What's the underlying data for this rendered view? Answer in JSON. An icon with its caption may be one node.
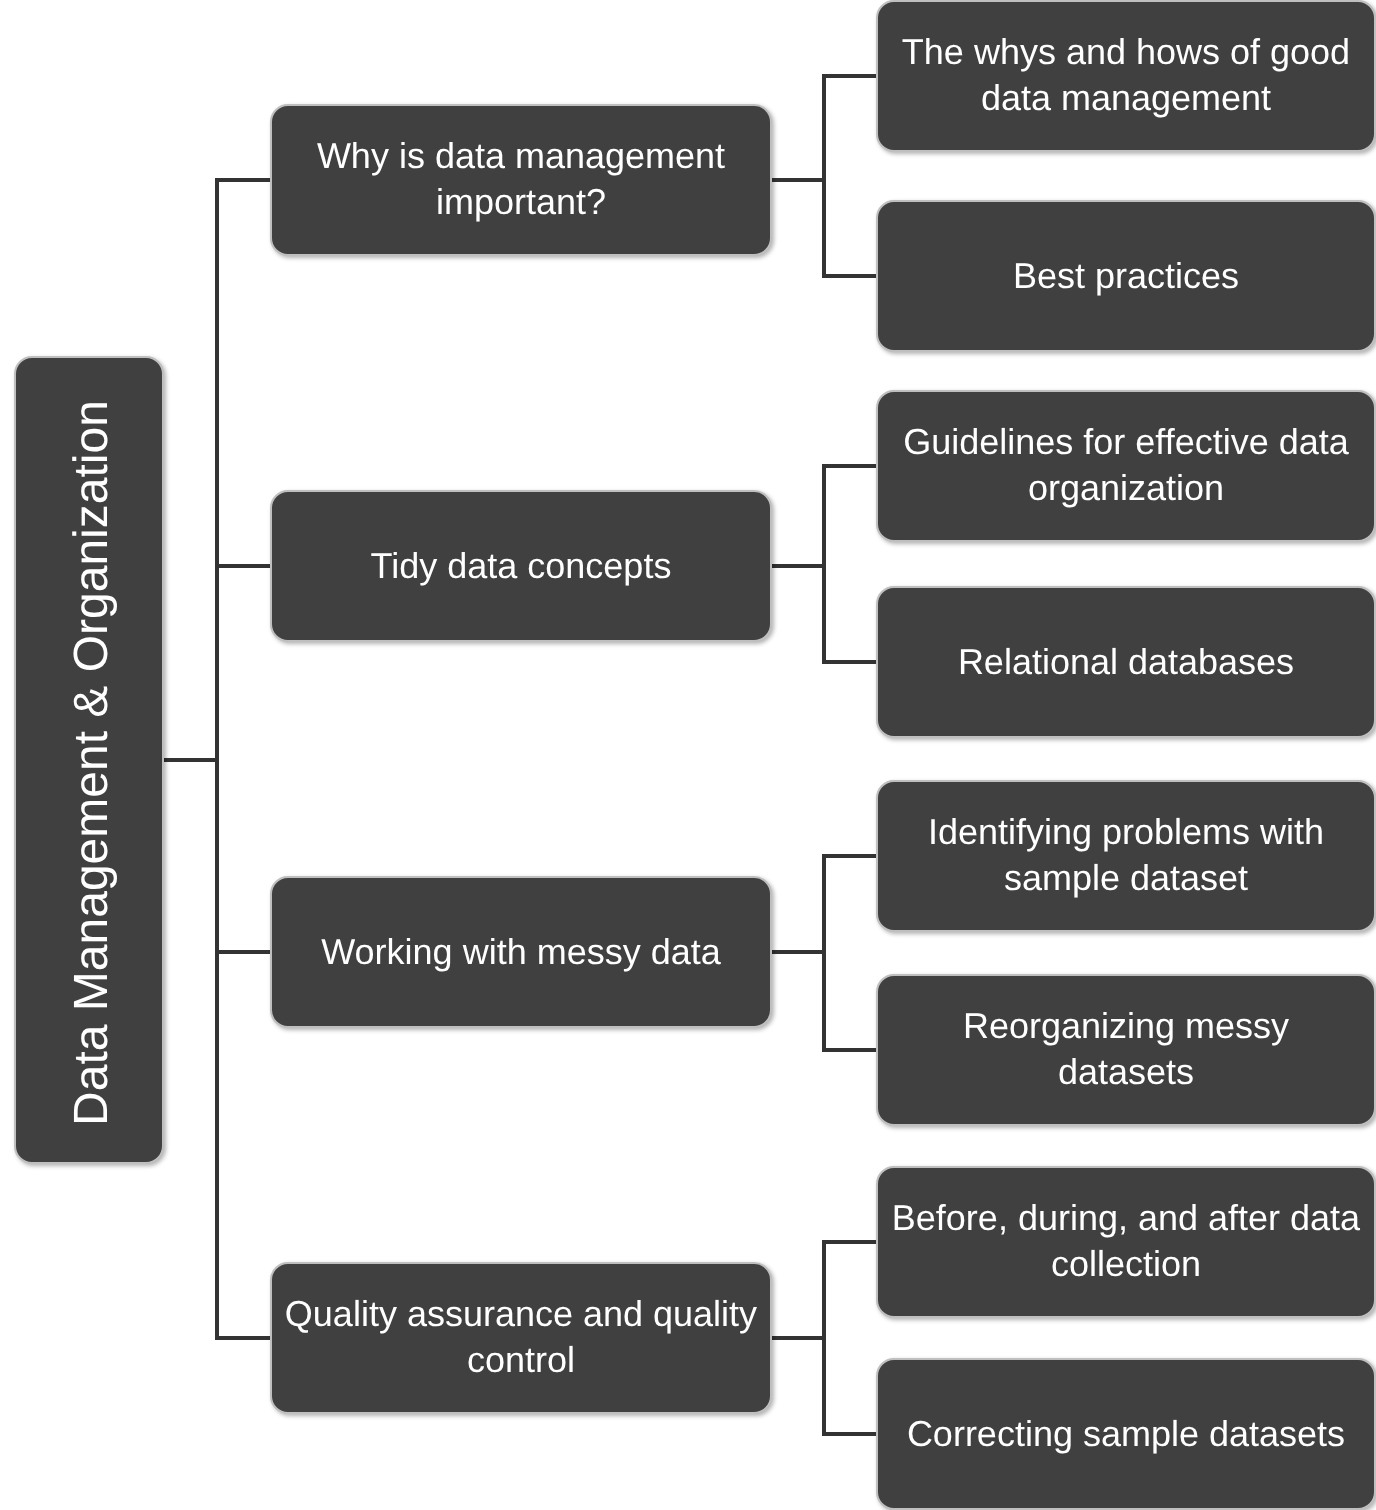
{
  "diagram": {
    "nodes": [
      {
        "text": [
          "Data Management & Organization"
        ]
      },
      {
        "text": [
          "Why is data management important?"
        ]
      },
      {
        "text": [
          "The whys and hows of good data management"
        ]
      },
      {
        "text": [
          "Best practices"
        ]
      },
      {
        "text": [
          "Tidy data concepts"
        ]
      },
      {
        "text": [
          "Guidelines for effective data organization"
        ]
      },
      {
        "text": [
          "Relational databases"
        ]
      },
      {
        "text": [
          "Working with messy data"
        ]
      },
      {
        "text": [
          "Identifying problems with sample dataset"
        ]
      },
      {
        "text": [
          "Reorganizing messy datasets"
        ]
      },
      {
        "text": [
          "Quality assurance and quality control"
        ]
      },
      {
        "text": [
          "Before, during, and after data collection"
        ]
      },
      {
        "text": [
          "Correcting sample datasets"
        ]
      }
    ],
    "edges": [
      {
        "from": 0,
        "to": 1,
        "arrow": "none"
      },
      {
        "from": 0,
        "to": 4,
        "arrow": "none"
      },
      {
        "from": 0,
        "to": 7,
        "arrow": "none"
      },
      {
        "from": 0,
        "to": 10,
        "arrow": "none"
      },
      {
        "from": 1,
        "to": 2,
        "arrow": "none"
      },
      {
        "from": 1,
        "to": 3,
        "arrow": "none"
      },
      {
        "from": 4,
        "to": 5,
        "arrow": "none"
      },
      {
        "from": 4,
        "to": 6,
        "arrow": "none"
      },
      {
        "from": 7,
        "to": 8,
        "arrow": "none"
      },
      {
        "from": 7,
        "to": 9,
        "arrow": "none"
      },
      {
        "from": 10,
        "to": 11,
        "arrow": "none"
      },
      {
        "from": 10,
        "to": 12,
        "arrow": "none"
      }
    ]
  }
}
